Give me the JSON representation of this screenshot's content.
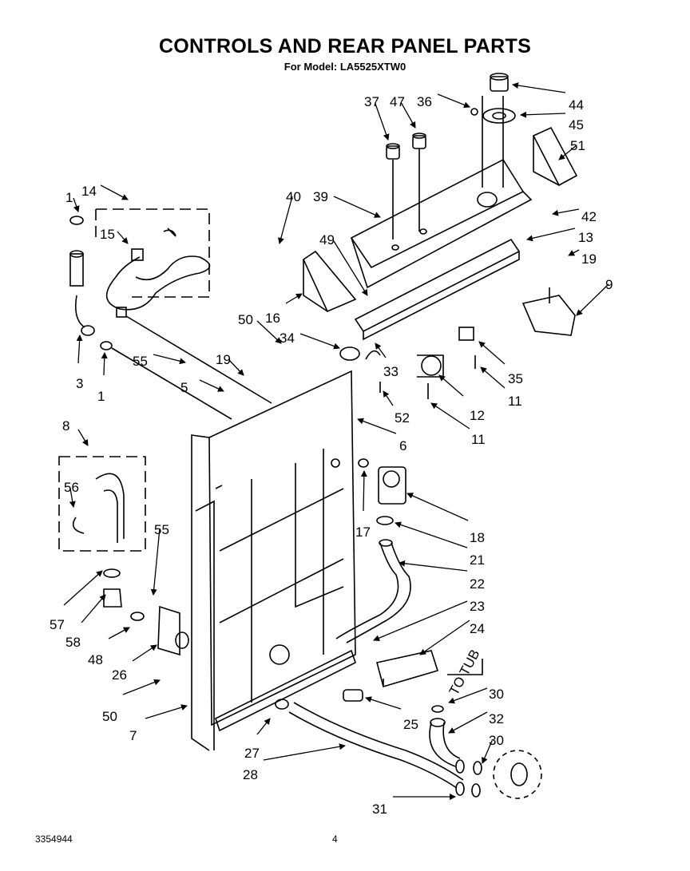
{
  "title": "CONTROLS AND REAR PANEL PARTS",
  "subtitle": "For Model: LA5525XTW0",
  "footer": {
    "doc_number": "3354944",
    "page_number": "4"
  },
  "annotation_to_tub": "TO TUB",
  "callouts": [
    {
      "id": "c1a",
      "label": "1"
    },
    {
      "id": "c14",
      "label": "14"
    },
    {
      "id": "c15",
      "label": "15"
    },
    {
      "id": "c3",
      "label": "3"
    },
    {
      "id": "c1b",
      "label": "1"
    },
    {
      "id": "c55a",
      "label": "55"
    },
    {
      "id": "c5",
      "label": "5"
    },
    {
      "id": "c19a",
      "label": "19"
    },
    {
      "id": "c50a",
      "label": "50"
    },
    {
      "id": "c16",
      "label": "16"
    },
    {
      "id": "c40",
      "label": "40"
    },
    {
      "id": "c39",
      "label": "39"
    },
    {
      "id": "c37",
      "label": "37"
    },
    {
      "id": "c47",
      "label": "47"
    },
    {
      "id": "c36",
      "label": "36"
    },
    {
      "id": "c44",
      "label": "44"
    },
    {
      "id": "c45",
      "label": "45"
    },
    {
      "id": "c51",
      "label": "51"
    },
    {
      "id": "c42",
      "label": "42"
    },
    {
      "id": "c13",
      "label": "13"
    },
    {
      "id": "c19b",
      "label": "19"
    },
    {
      "id": "c9",
      "label": "9"
    },
    {
      "id": "c49",
      "label": "49"
    },
    {
      "id": "c34",
      "label": "34"
    },
    {
      "id": "c33",
      "label": "33"
    },
    {
      "id": "c52",
      "label": "52"
    },
    {
      "id": "c12",
      "label": "12"
    },
    {
      "id": "c11a",
      "label": "11"
    },
    {
      "id": "c35",
      "label": "35"
    },
    {
      "id": "c11b",
      "label": "11"
    },
    {
      "id": "c6",
      "label": "6"
    },
    {
      "id": "c8",
      "label": "8"
    },
    {
      "id": "c56",
      "label": "56"
    },
    {
      "id": "c55b",
      "label": "55"
    },
    {
      "id": "c17",
      "label": "17"
    },
    {
      "id": "c18",
      "label": "18"
    },
    {
      "id": "c21",
      "label": "21"
    },
    {
      "id": "c22",
      "label": "22"
    },
    {
      "id": "c23",
      "label": "23"
    },
    {
      "id": "c24",
      "label": "24"
    },
    {
      "id": "c57",
      "label": "57"
    },
    {
      "id": "c58",
      "label": "58"
    },
    {
      "id": "c48",
      "label": "48"
    },
    {
      "id": "c26",
      "label": "26"
    },
    {
      "id": "c50b",
      "label": "50"
    },
    {
      "id": "c7",
      "label": "7"
    },
    {
      "id": "c27",
      "label": "27"
    },
    {
      "id": "c28",
      "label": "28"
    },
    {
      "id": "c25",
      "label": "25"
    },
    {
      "id": "c30a",
      "label": "30"
    },
    {
      "id": "c32",
      "label": "32"
    },
    {
      "id": "c30b",
      "label": "30"
    },
    {
      "id": "c31",
      "label": "31"
    }
  ]
}
